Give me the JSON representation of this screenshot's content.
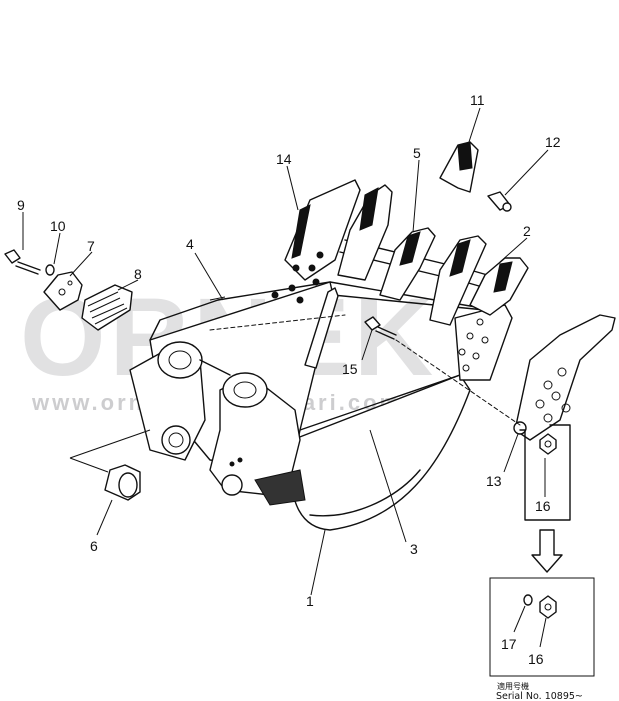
{
  "diagram": {
    "callouts": {
      "c1": "1",
      "c2": "2",
      "c3": "3",
      "c4": "4",
      "c5": "5",
      "c6": "6",
      "c7": "7",
      "c8": "8",
      "c9": "9",
      "c10": "10",
      "c11": "11",
      "c12": "12",
      "c13": "13",
      "c14": "14",
      "c15": "15",
      "c16a": "16",
      "c16b": "16",
      "c17": "17"
    },
    "watermark": {
      "brand": "ORNEK",
      "url": "www.ornekismakinalari.com.tr"
    },
    "serial": {
      "label_jp": "適用号機",
      "label_en": "Serial  No. 10895~"
    }
  }
}
